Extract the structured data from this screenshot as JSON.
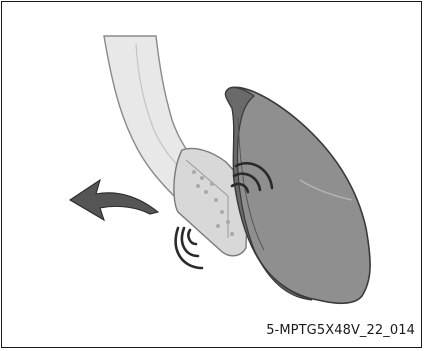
{
  "figure": {
    "code": "5-MPTG5X48V_22_014",
    "colors": {
      "frame": "#1a1a1a",
      "arrow": "#4f4f4f",
      "shoe": "#9a9a9a",
      "shoe_dark": "#6d6d6d",
      "pedal_arm": "#e6e6e6",
      "pedal_pad": "#d4d4d4",
      "sound_marks": "#2a2a2a"
    },
    "icons": [
      "accelerator-pedal",
      "shoe",
      "release-arrow",
      "sound-waves"
    ]
  }
}
